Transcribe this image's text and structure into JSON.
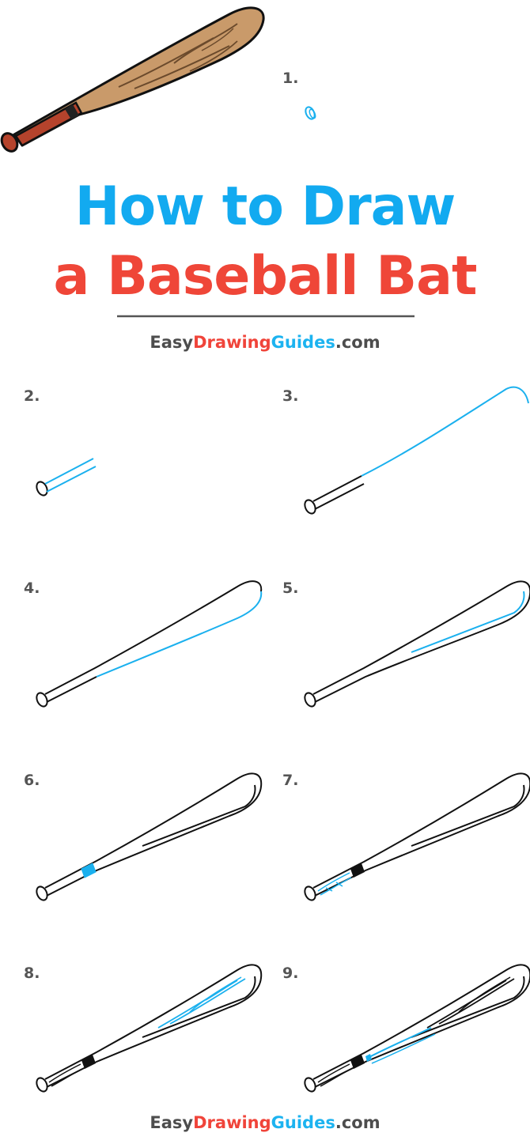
{
  "title": {
    "line1": "How to Draw",
    "line2": "a Baseball Bat",
    "line1_color": "#12aaf0",
    "line2_color": "#ef4638"
  },
  "brand": {
    "part1": "Easy",
    "part2": "Drawing",
    "part3": "Guides",
    "part4": ".com"
  },
  "steps": [
    "1.",
    "2.",
    "3.",
    "4.",
    "5.",
    "6.",
    "7.",
    "8.",
    "9."
  ],
  "colors": {
    "new_line": "#1ab0ee",
    "outline": "#111111",
    "wood": "#c99a6a",
    "handle": "#b5432c",
    "divider": "#555555"
  }
}
